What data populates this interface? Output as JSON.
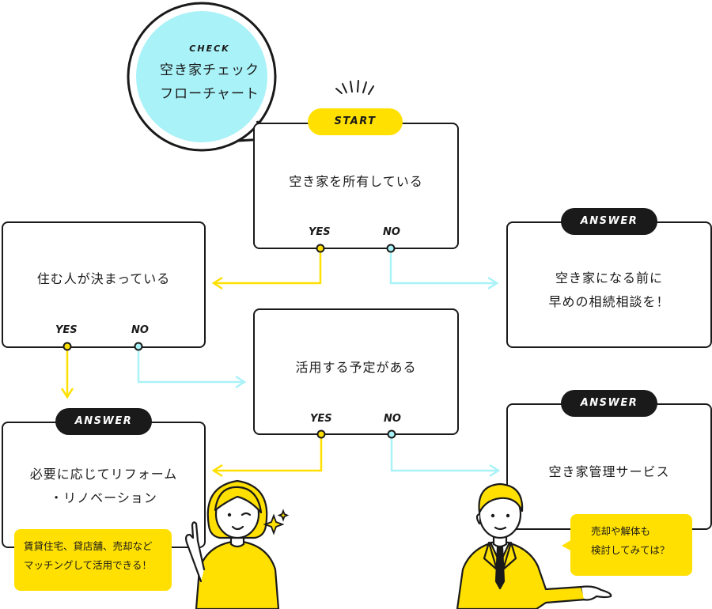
{
  "title": {
    "check_label": "CHECK",
    "line1": "空き家チェック",
    "line2": "フローチャート"
  },
  "start": {
    "pill": "START",
    "question": "空き家を所有している",
    "yes": "YES",
    "no": "NO"
  },
  "resident": {
    "question": "住む人が決まっている",
    "yes": "YES",
    "no": "NO"
  },
  "utilize": {
    "question": "活用する予定がある",
    "yes": "YES",
    "no": "NO"
  },
  "answer_consult": {
    "pill": "ANSWER",
    "line1": "空き家になる前に",
    "line2": "早めの相続相談を！"
  },
  "answer_reform": {
    "pill": "ANSWER",
    "line1": "必要に応じてリフォーム",
    "line2": "・リノベーション"
  },
  "answer_service": {
    "pill": "ANSWER",
    "line1": "空き家管理サービス"
  },
  "bubble_left": {
    "line1": "賃貸住宅、貸店舗、売却など",
    "line2": "マッチングして活用できる！"
  },
  "bubble_right": {
    "line1": "売却や解体も",
    "line2": "検討してみては？"
  },
  "colors": {
    "yellow": "#ffe000",
    "cyan": "#a9f2f8",
    "ink": "#1a1a1a",
    "skin": "#ffffff"
  }
}
